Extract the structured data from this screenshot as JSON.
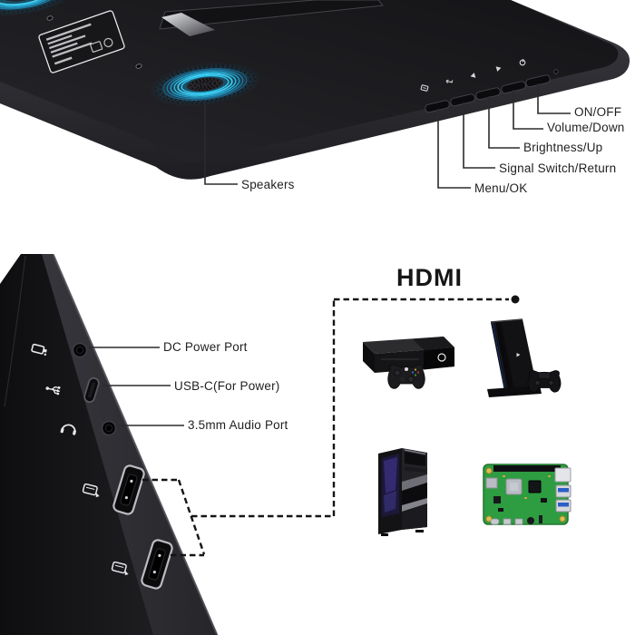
{
  "top_view": {
    "speakers_label": "Speakers",
    "button_callouts": [
      {
        "label": "Menu/OK",
        "icon": "menu-icon"
      },
      {
        "label": "Signal Switch/Return",
        "icon": "return-icon"
      },
      {
        "label": "Brightness/Up",
        "icon": "arrow-up-icon"
      },
      {
        "label": "Volume/Down",
        "icon": "arrow-down-icon"
      },
      {
        "label": "ON/OFF",
        "icon": "power-icon"
      }
    ]
  },
  "side_view": {
    "port_callouts": [
      {
        "label": "DC Power Port",
        "icon": "dc-plug-icon"
      },
      {
        "label": "USB-C(For Power)",
        "icon": "usb-icon"
      },
      {
        "label": "3.5mm Audio Port",
        "icon": "headphone-icon"
      }
    ],
    "hdmi_section": {
      "title": "HDMI",
      "port_icon": "hdmi-icon",
      "devices": [
        "xbox-one-console",
        "ps4-pro-console",
        "desktop-pc-tower",
        "raspberry-pi-board"
      ]
    }
  },
  "colors": {
    "background": "#ffffff",
    "speaker_glow": "#18b4e4",
    "callout_line": "#2b2b2b",
    "monitor_black": "#1b1b1e",
    "pi_board_green": "#2e9c41"
  }
}
